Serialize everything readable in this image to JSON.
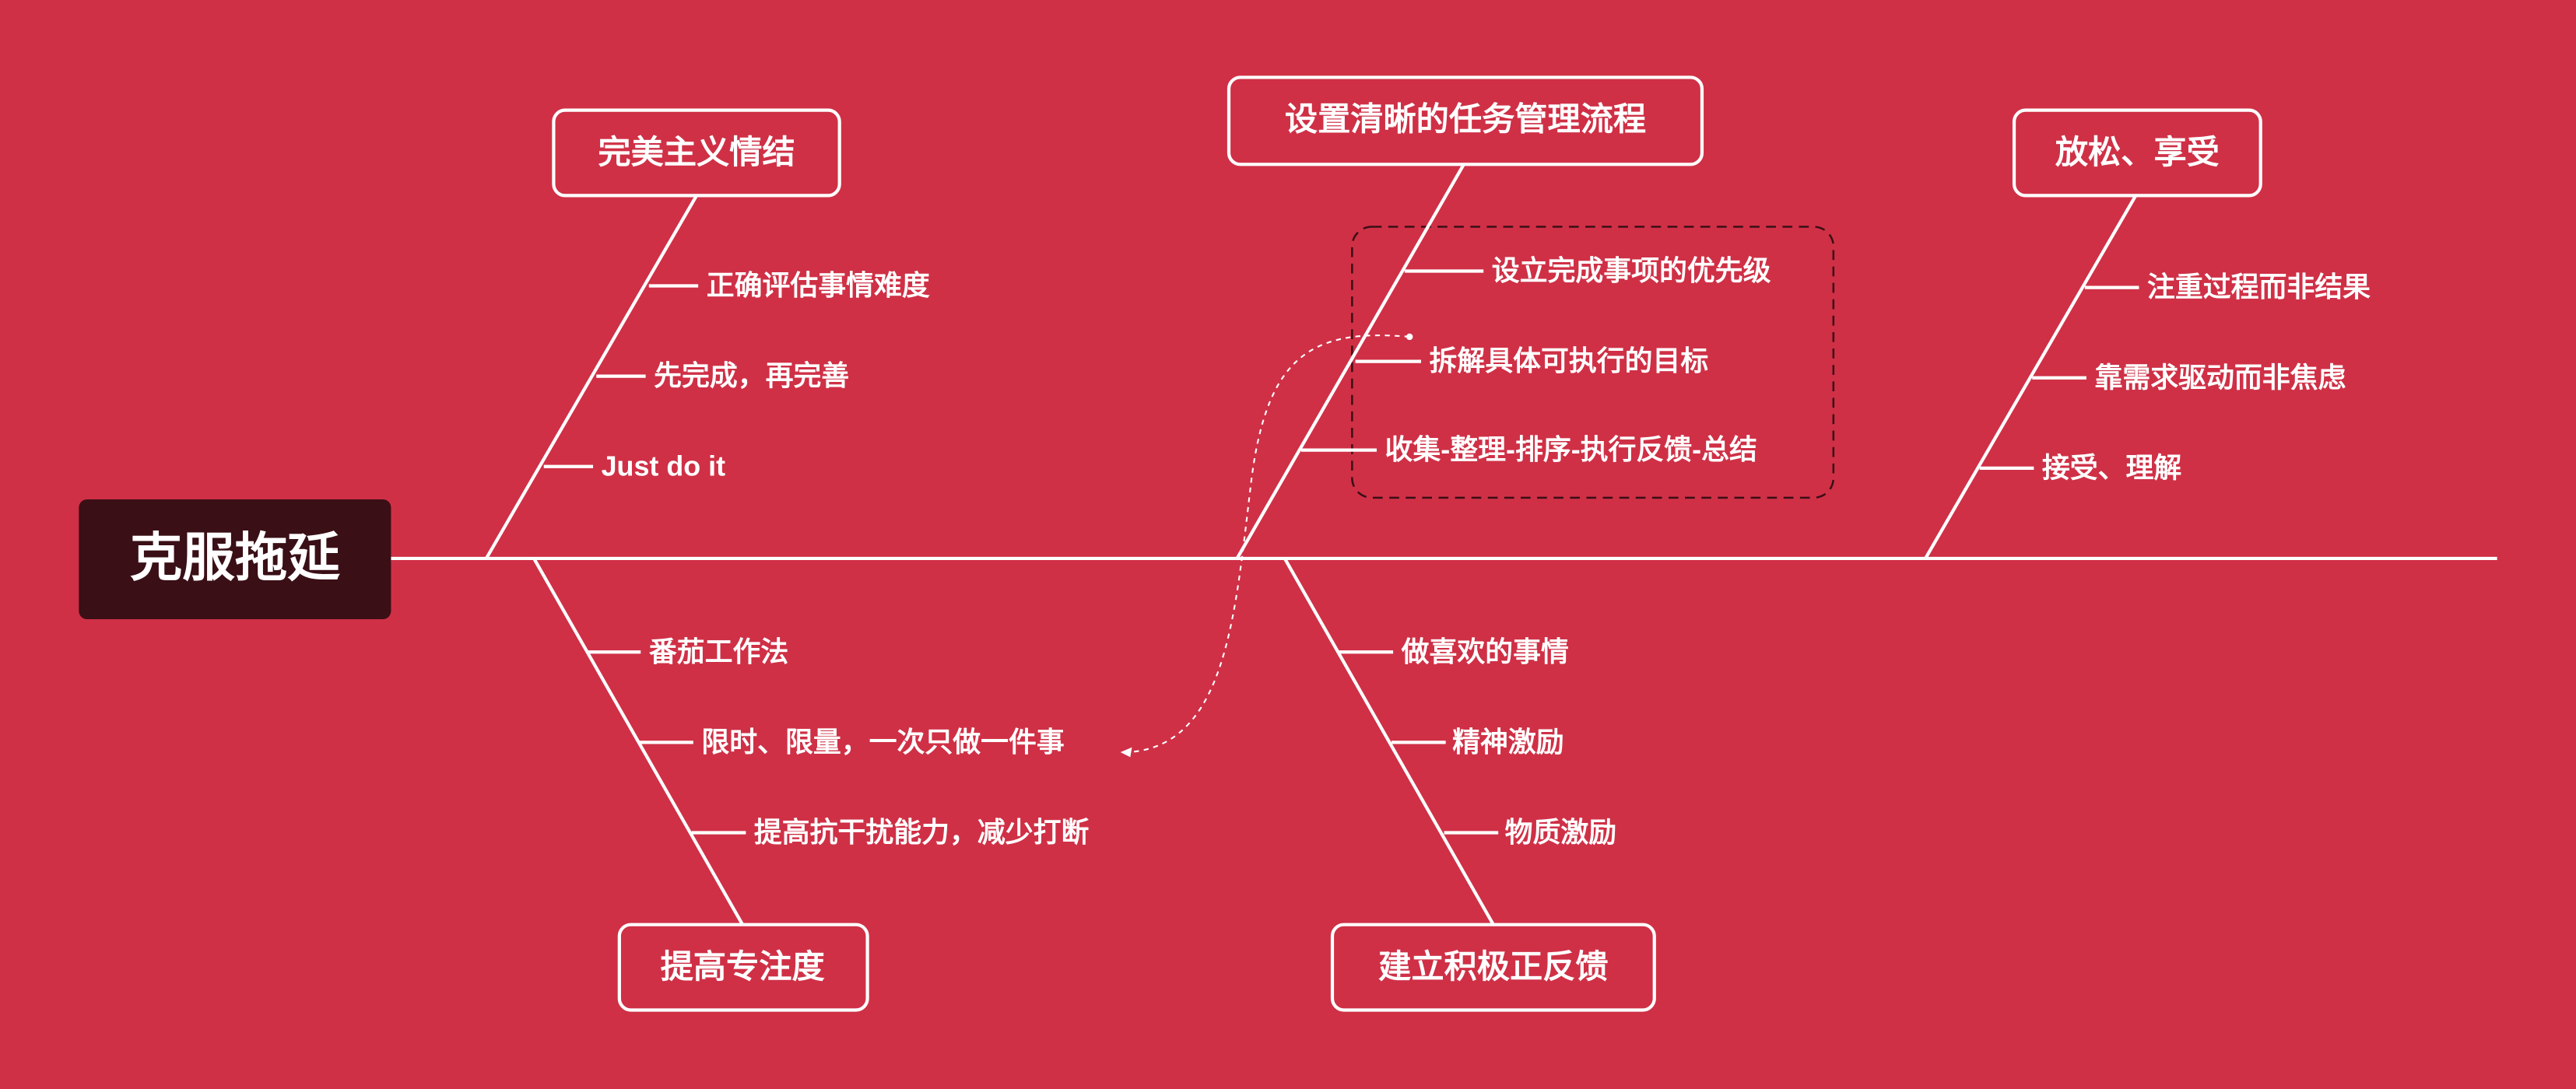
{
  "colors": {
    "background": "#CF3046",
    "center_box": "#3A0F16",
    "line": "#FFFFFF",
    "dashed_group": "#3A0F16"
  },
  "center": {
    "label": "克服拖延"
  },
  "branches": {
    "perfectionism": {
      "label": "完美主义情结",
      "items": [
        "正确评估事情难度",
        "先完成，再完善",
        "Just do it"
      ]
    },
    "task_flow": {
      "label": "设置清晰的任务管理流程",
      "items": [
        "设立完成事项的优先级",
        "拆解具体可执行的目标",
        "收集-整理-排序-执行反馈-总结"
      ]
    },
    "relax": {
      "label": "放松、享受",
      "items": [
        "注重过程而非结果",
        "靠需求驱动而非焦虑",
        "接受、理解"
      ]
    },
    "focus": {
      "label": "提高专注度",
      "items": [
        "番茄工作法",
        "限时、限量，一次只做一件事",
        "提高抗干扰能力，减少打断"
      ]
    },
    "feedback": {
      "label": "建立积极正反馈",
      "items": [
        "做喜欢的事情",
        "精神激励",
        "物质激励"
      ]
    }
  }
}
